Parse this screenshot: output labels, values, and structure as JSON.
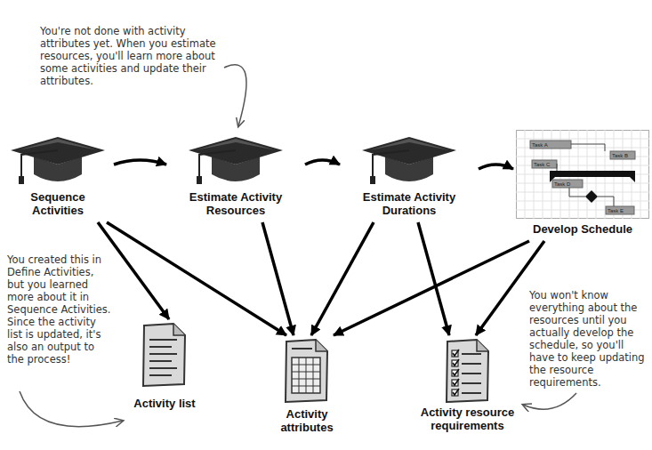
{
  "diagram": {
    "nodes": [
      {
        "text": [
          "Sequence Activities"
        ]
      },
      {
        "text": [
          "Estimate Activity Resources"
        ]
      },
      {
        "text": [
          "Estimate Activity Durations"
        ]
      },
      {
        "text": [
          "Develop Schedule"
        ]
      },
      {
        "text": [
          "Activity list"
        ]
      },
      {
        "text": [
          "Activity attributes"
        ]
      },
      {
        "text": [
          "Activity resource requirements"
        ]
      }
    ],
    "edges": [
      {
        "from": 0,
        "to": 1,
        "arrow": "to"
      },
      {
        "from": 1,
        "to": 2,
        "arrow": "to"
      },
      {
        "from": 2,
        "to": 3,
        "arrow": "to"
      },
      {
        "from": 0,
        "to": 4,
        "arrow": "to"
      },
      {
        "from": 0,
        "to": 5,
        "arrow": "to"
      },
      {
        "from": 1,
        "to": 5,
        "arrow": "to"
      },
      {
        "from": 2,
        "to": 5,
        "arrow": "to"
      },
      {
        "from": 2,
        "to": 6,
        "arrow": "to"
      },
      {
        "from": 3,
        "to": 5,
        "arrow": "to"
      },
      {
        "from": 3,
        "to": 6,
        "arrow": "to"
      }
    ],
    "labels": [
      "You're not done with activity attributes yet. When you estimate resources, you'll learn more about some activities and update their attributes.",
      "You created this in Define Activities, but you learned more about it in Sequence Activities. Since the activity list is updated, it's also an output to the process!",
      "You won't know everything about the resources until you actually develop the schedule, so you'll have to keep updating the resource requirements.",
      "Task A",
      "Task B",
      "Task C",
      "Task D",
      "Task E"
    ]
  }
}
